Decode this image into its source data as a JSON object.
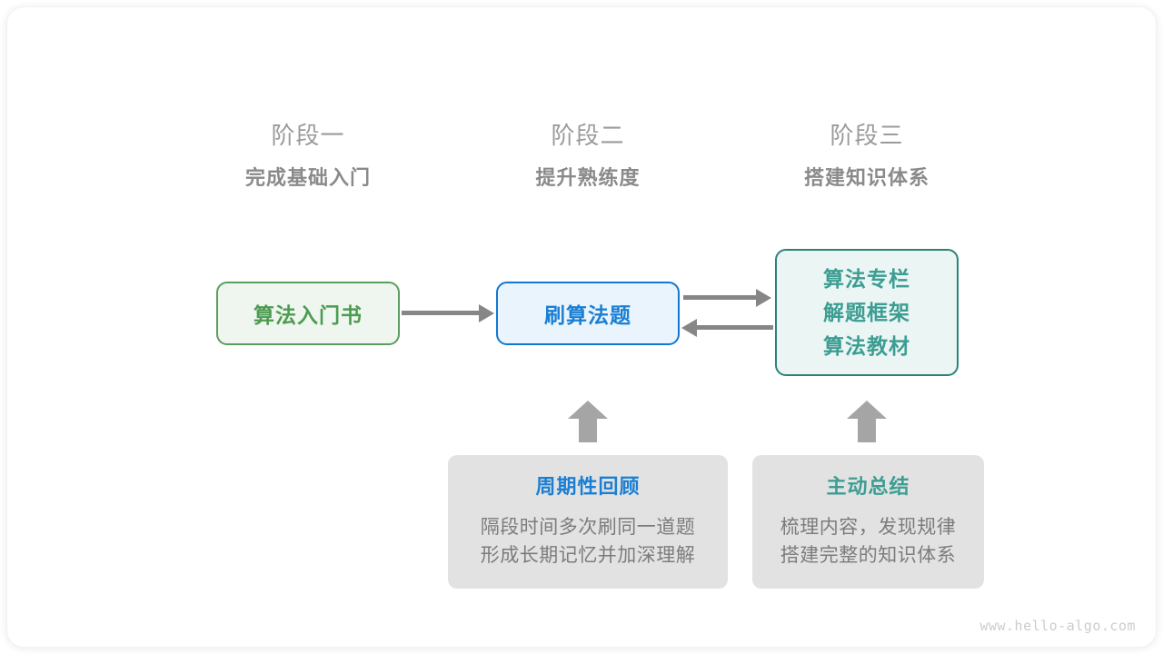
{
  "watermark": "www.hello-algo.com",
  "stages": [
    {
      "number": "阶段一",
      "title": "完成基础入门"
    },
    {
      "number": "阶段二",
      "title": "提升熟练度"
    },
    {
      "number": "阶段三",
      "title": "搭建知识体系"
    }
  ],
  "nodes": {
    "book": {
      "label": "算法入门书",
      "color": "#4d9b51",
      "bg": "#eff6ef",
      "border": "#5a9e5e"
    },
    "practice": {
      "label": "刷算法题",
      "color": "#1a7fd4",
      "bg": "#e9f4fd",
      "border": "#1277cf"
    },
    "resources": {
      "lines": [
        "算法专栏",
        "解题框架",
        "算法教材"
      ],
      "color": "#3c9d92",
      "bg": "#eaf5f4",
      "border": "#2c8279"
    }
  },
  "tips": [
    {
      "title": "周期性回顾",
      "title_color": "#1a7fd4",
      "body_line_1": "隔段时间多次刷同一道题",
      "body_line_2": "形成长期记忆并加深理解"
    },
    {
      "title": "主动总结",
      "title_color": "#3c9d92",
      "body_line_1": "梳理内容，发现规律",
      "body_line_2": "搭建完整的知识体系"
    }
  ],
  "arrows": {
    "book_to_practice": "→",
    "practice_to_resources": "→",
    "resources_to_practice": "←",
    "review_supports_practice": "↑",
    "summary_supports_resources": "↑"
  }
}
